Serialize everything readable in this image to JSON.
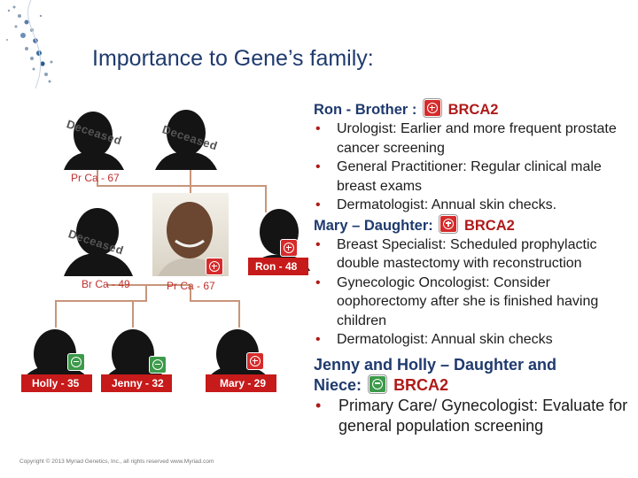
{
  "title": "Importance to Gene’s family:",
  "tree": {
    "deceased_label": "Deceased",
    "gp_paternal_label": "Pr Ca - 67",
    "mother_label": "Br Ca - 49",
    "gene_label": "Pr Ca - 67",
    "ron_label": "Ron - 48",
    "holly_label": "Holly - 35",
    "jenny_label": "Jenny - 32",
    "mary_label": "Mary - 29"
  },
  "ron": {
    "header": "Ron - Brother :",
    "gene": "BRCA2",
    "bullets": [
      "Urologist: Earlier and more frequent prostate cancer screening",
      "General Practitioner: Regular clinical male breast exams",
      "Dermatologist: Annual skin checks."
    ]
  },
  "mary": {
    "header": "Mary – Daughter:",
    "gene": "BRCA2",
    "bullets": [
      "Breast Specialist: Scheduled prophylactic double mastectomy with reconstruction",
      "Gynecologic Oncologist: Consider oophorectomy after she is finished having children",
      "Dermatologist: Annual skin checks"
    ]
  },
  "jenny_holly": {
    "header1": "Jenny and Holly – Daughter and",
    "header2": "Niece:",
    "gene": "BRCA2",
    "bullets": [
      "Primary Care/ Gynecologist: Evaluate for general population screening"
    ]
  },
  "copyright": "Copyright © 2013 Myriad Genetics, Inc., all rights reserved www.Myriad.com",
  "colors": {
    "title": "#1f3a6e",
    "gene": "#b01a1a",
    "positive": "#d62b2b",
    "negative": "#3c9a4a",
    "line": "#c8957a"
  }
}
